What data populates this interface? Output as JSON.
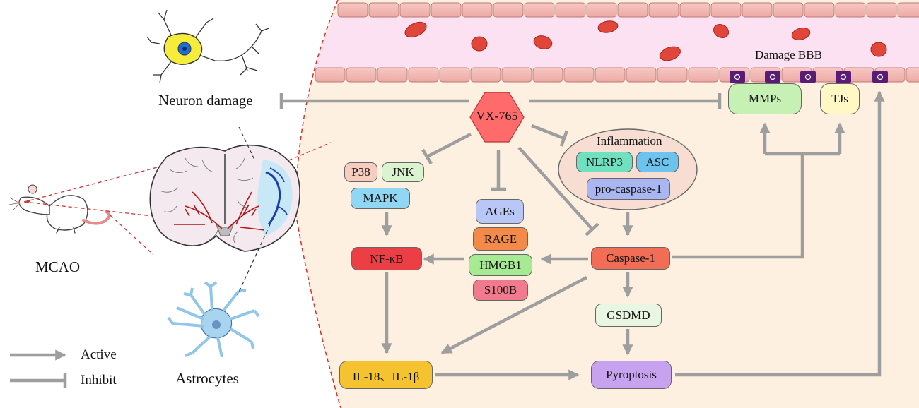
{
  "labels": {
    "neuron_damage": "Neuron damage",
    "mcao": "MCAO",
    "astrocytes": "Astrocytes",
    "damage_bbb": "Damage BBB",
    "inflammation": "Inflammation"
  },
  "nodes": {
    "vx765": "VX-765",
    "mmps": "MMPs",
    "tjs": "TJs",
    "nlrp3": "NLRP3",
    "asc": "ASC",
    "pro_caspase1": "pro-caspase-1",
    "p38": "P38",
    "jnk": "JNK",
    "mapk": "MAPK",
    "ages": "AGEs",
    "rage": "RAGE",
    "hmgb1": "HMGB1",
    "s100b": "S100B",
    "nfkb": "NF-κB",
    "caspase1": "Caspase-1",
    "gsdmd": "GSDMD",
    "il": "IL-18、IL-1β",
    "pyroptosis": "Pyroptosis"
  },
  "legend": {
    "active": "Active",
    "inhibit": "Inhibit"
  },
  "colors": {
    "arrow": "#9e9e9e",
    "panel_bg": "#fdf0e1",
    "vessel_bg": "#fbe1f2",
    "vessel_wall": "#f4b9b5",
    "red_cell": "#e0473a",
    "dashed_line": "#d93030",
    "vx765": "#ff6b6b",
    "mmps": "#c7f0b4",
    "tjs": "#fff7c4",
    "nlrp3": "#6fe0c0",
    "asc": "#6cc4ee",
    "pro_caspase1": "#a9b6f2",
    "p38": "#f8cdbf",
    "jnk": "#d9f4cf",
    "mapk": "#8fd7f2",
    "ages": "#b9c7f7",
    "rage": "#f48a4a",
    "hmgb1": "#a6ea93",
    "s100b": "#f27a8e",
    "nfkb": "#ec3f45",
    "caspase1": "#f26d55",
    "gsdmd": "#e9f6e2",
    "il": "#f5c230",
    "pyroptosis": "#c7a3ef",
    "tight_junction": "#5a1a78"
  }
}
